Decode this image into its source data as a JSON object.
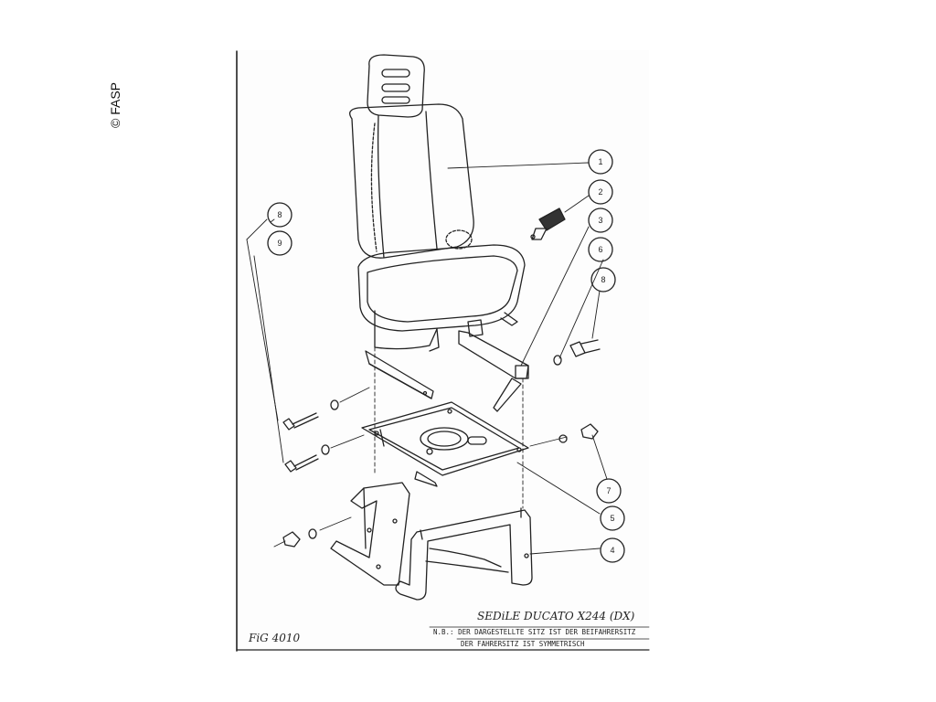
{
  "watermark": {
    "copyright": "© FASP"
  },
  "drawing": {
    "figure_label": "FiG 4010",
    "title": "SEDiLE DUCATO X244 (DX)",
    "note_line_1": "N.B.: DER DARGESTELLTE SITZ IST DER BEIFAHRERSITZ",
    "note_line_2": "DER FAHRERSITZ IST SYMMETRISCH",
    "callouts": [
      "1",
      "2",
      "3",
      "6",
      "8",
      "8",
      "9",
      "7",
      "5",
      "4"
    ]
  },
  "colors": {
    "ink": "#222222",
    "paper": "#fdfdfd"
  }
}
